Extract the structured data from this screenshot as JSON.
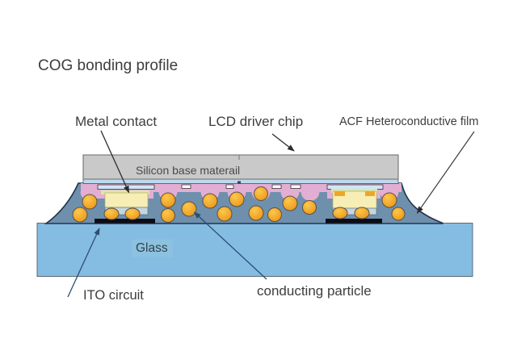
{
  "title": "COG bonding profile",
  "labels": {
    "metal_contact": "Metal contact",
    "lcd_driver_chip": "LCD driver chip",
    "acf_film": "ACF Heteroconductive film",
    "silicon": "Silicon base materail",
    "glass": "Glass",
    "ito_circuit": "ITO circuit",
    "conducting_particle": "conducting particle"
  },
  "colors": {
    "background": "#ffffff",
    "text": "#3d3d3d",
    "silicon_gray": "#c9c9c9",
    "silicon_border": "#7c7c7c",
    "chip_pad_blue": "#bcd9ef",
    "acf_pink": "#e3aed3",
    "acf_blue": "#6e90ad",
    "acf_outline": "#22344a",
    "particle_orange": "#f0a427",
    "particle_highlight": "#fdc84b",
    "particle_outline": "#5d5140",
    "contact_cream": "#f6eeb5",
    "contact_green": "#dde8a4",
    "contact_tab_orange": "#eda727",
    "contact_base_gray": "#c6d6de",
    "ito_black": "#0c0c16",
    "glass_blue": "#85bce2",
    "glass_highlight": "#92c6de",
    "glass_border": "#5a6a75",
    "slot_blue": "#cfe6f7",
    "slot_white": "#ffffff",
    "arrow_dark": "#2b2b2b",
    "arrow_blue": "#2e4d72"
  },
  "diagram": {
    "particles": [
      [
        111,
        250,
        9,
        9
      ],
      [
        99,
        266,
        9,
        9
      ],
      [
        138,
        265,
        9,
        7
      ],
      [
        164,
        265,
        9,
        7
      ],
      [
        208,
        248,
        9,
        9
      ],
      [
        208,
        267,
        8.5,
        8.5
      ],
      [
        234,
        259,
        9,
        9
      ],
      [
        260,
        249,
        9,
        9
      ],
      [
        278,
        265,
        9,
        9
      ],
      [
        293,
        247,
        9,
        9
      ],
      [
        317,
        264,
        9,
        9
      ],
      [
        323,
        240,
        8.5,
        8.5
      ],
      [
        340,
        266,
        8.5,
        8.5
      ],
      [
        359,
        252,
        9,
        9
      ],
      [
        383,
        257,
        8.5,
        8.5
      ],
      [
        421,
        264,
        9,
        7
      ],
      [
        448,
        264,
        9,
        7
      ],
      [
        482,
        248,
        9,
        9
      ],
      [
        493,
        265,
        8,
        8
      ]
    ],
    "pink_bump_xs": [
      111,
      208,
      260,
      293,
      323,
      359,
      384,
      482
    ]
  }
}
